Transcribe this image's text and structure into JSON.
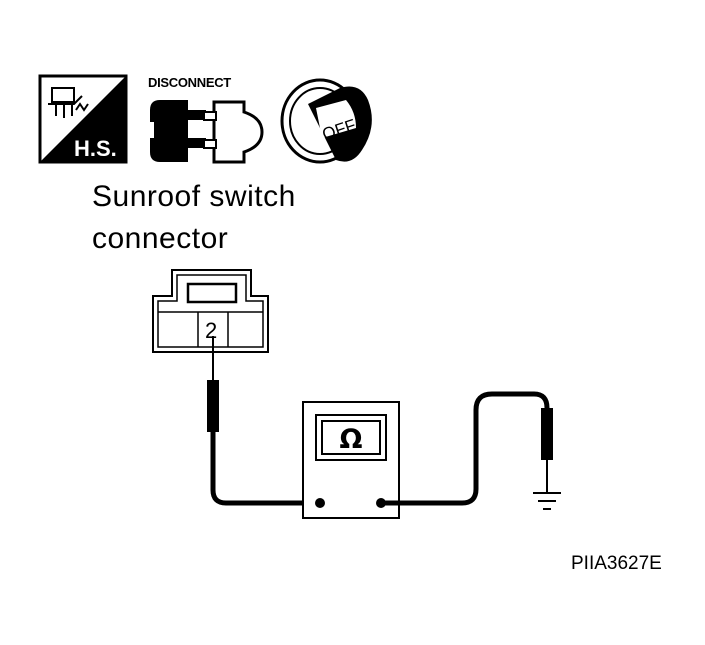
{
  "icons": {
    "hs_label": "H.S.",
    "disconnect_label": "DISCONNECT",
    "ignition_label": "OFF"
  },
  "caption": {
    "line1": "Sunroof switch",
    "line2": "connector"
  },
  "connector": {
    "terminal": "2"
  },
  "meter": {
    "symbol": "Ω"
  },
  "figure_code": "PIIA3627E"
}
